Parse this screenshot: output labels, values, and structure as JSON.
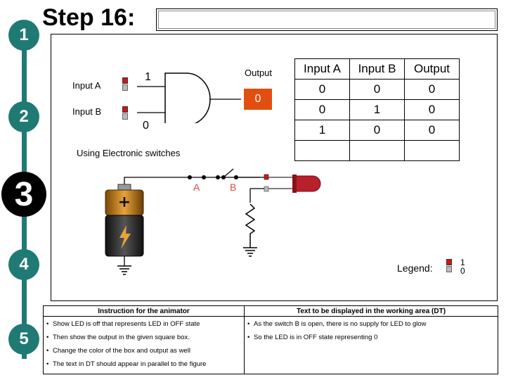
{
  "header": {
    "step_title": "Step 16:"
  },
  "steps": [
    "1",
    "2",
    "3",
    "4",
    "5"
  ],
  "gate": {
    "input_a_label": "Input A",
    "input_b_label": "Input B",
    "output_label": "Output",
    "input_a_value": "1",
    "input_b_value": "0",
    "output_value": "0",
    "caption": "Using Electronic switches"
  },
  "truth_table": {
    "headers": [
      "Input A",
      "Input B",
      "Output"
    ],
    "rows": [
      [
        "0",
        "0",
        "0"
      ],
      [
        "0",
        "1",
        "0"
      ],
      [
        "1",
        "0",
        "0"
      ],
      [
        "",
        "",
        ""
      ]
    ]
  },
  "circuit": {
    "switch_a_label": "A",
    "switch_b_label": "B"
  },
  "legend": {
    "label": "Legend:",
    "on_value": "1",
    "off_value": "0"
  },
  "instructions": {
    "animator_header": "Instruction for the animator",
    "dt_header": "Text to be displayed in the working area (DT)",
    "animator_items": [
      "Show LED is off that represents LED in OFF state",
      "Then show the output in the given square box.",
      "Change the color of the box and output as well",
      "The text in DT should appear  in parallel to the figure"
    ],
    "dt_items": [
      "As the switch B is open, there is no supply for LED to glow",
      "So the LED is in OFF state representing 0"
    ]
  },
  "colors": {
    "teal": "#1f7a74",
    "output_box": "#e24e10",
    "led": "#c0202a",
    "wire_label": "#e04a3a"
  }
}
